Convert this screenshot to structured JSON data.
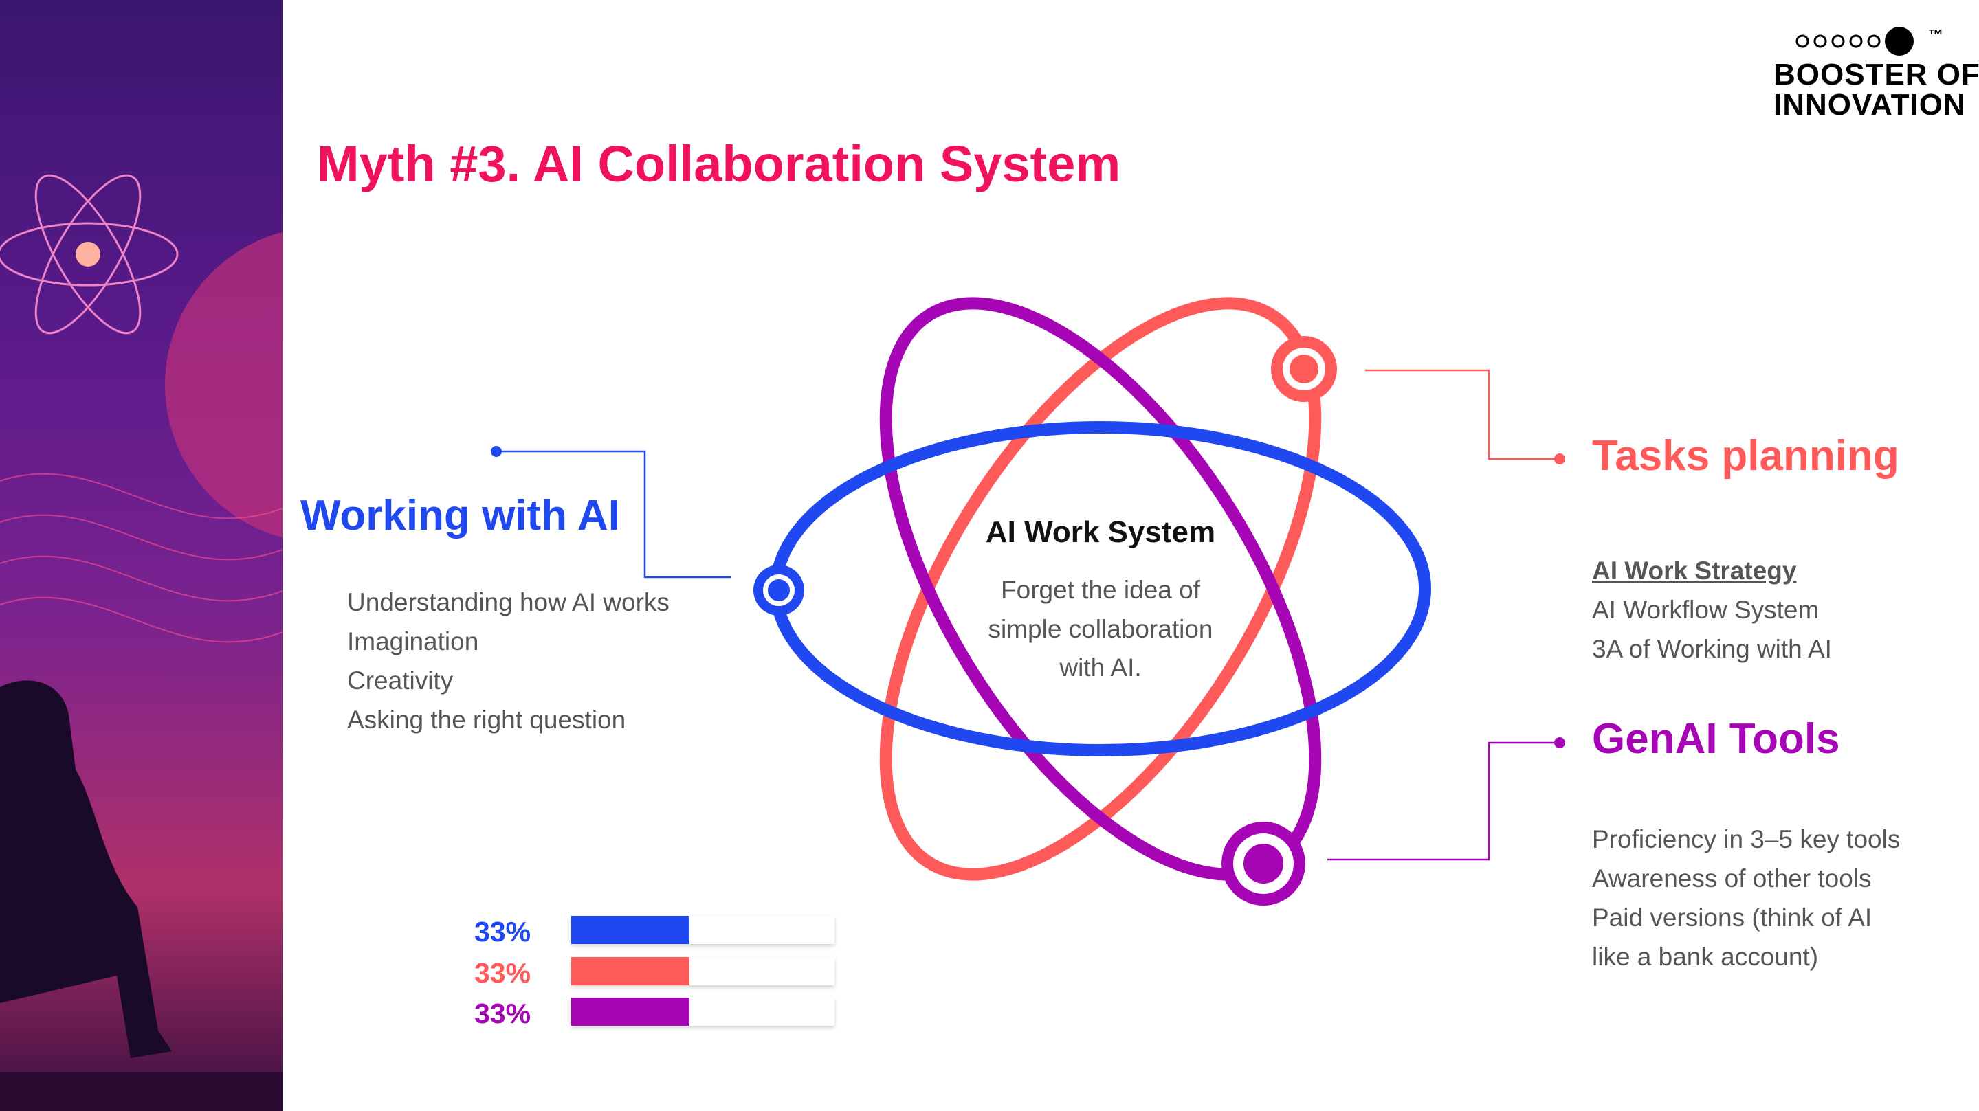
{
  "title": "Myth #3. AI Collaboration System",
  "logo": {
    "line1": "BOOSTER OF",
    "line2": "INNOVATION",
    "tm": "™"
  },
  "colors": {
    "title": "#F0125A",
    "blue": "#2048F0",
    "coral": "#FF5A5A",
    "purple": "#A505B5"
  },
  "center": {
    "heading": "AI Work System",
    "body": [
      "Forget the idea of",
      "simple collaboration",
      "with AI."
    ]
  },
  "working": {
    "heading": "Working with AI",
    "items": [
      "Understanding how AI works",
      "Imagination",
      "Creativity",
      "Asking the right question"
    ]
  },
  "tasks": {
    "heading": "Tasks planning",
    "link": "AI Work Strategy",
    "items": [
      "AI Workflow System",
      "3A of Working with AI"
    ]
  },
  "genai": {
    "heading": "GenAI Tools",
    "items": [
      "Proficiency in 3–5 key tools",
      "Awareness of other tools",
      "Paid versions (think of AI",
      "like a bank account)"
    ]
  },
  "bars": [
    {
      "label": "33%",
      "value": 33,
      "color": "#2048F0"
    },
    {
      "label": "33%",
      "value": 33,
      "color": "#FF5A5A"
    },
    {
      "label": "33%",
      "value": 33,
      "color": "#A505B5"
    }
  ]
}
